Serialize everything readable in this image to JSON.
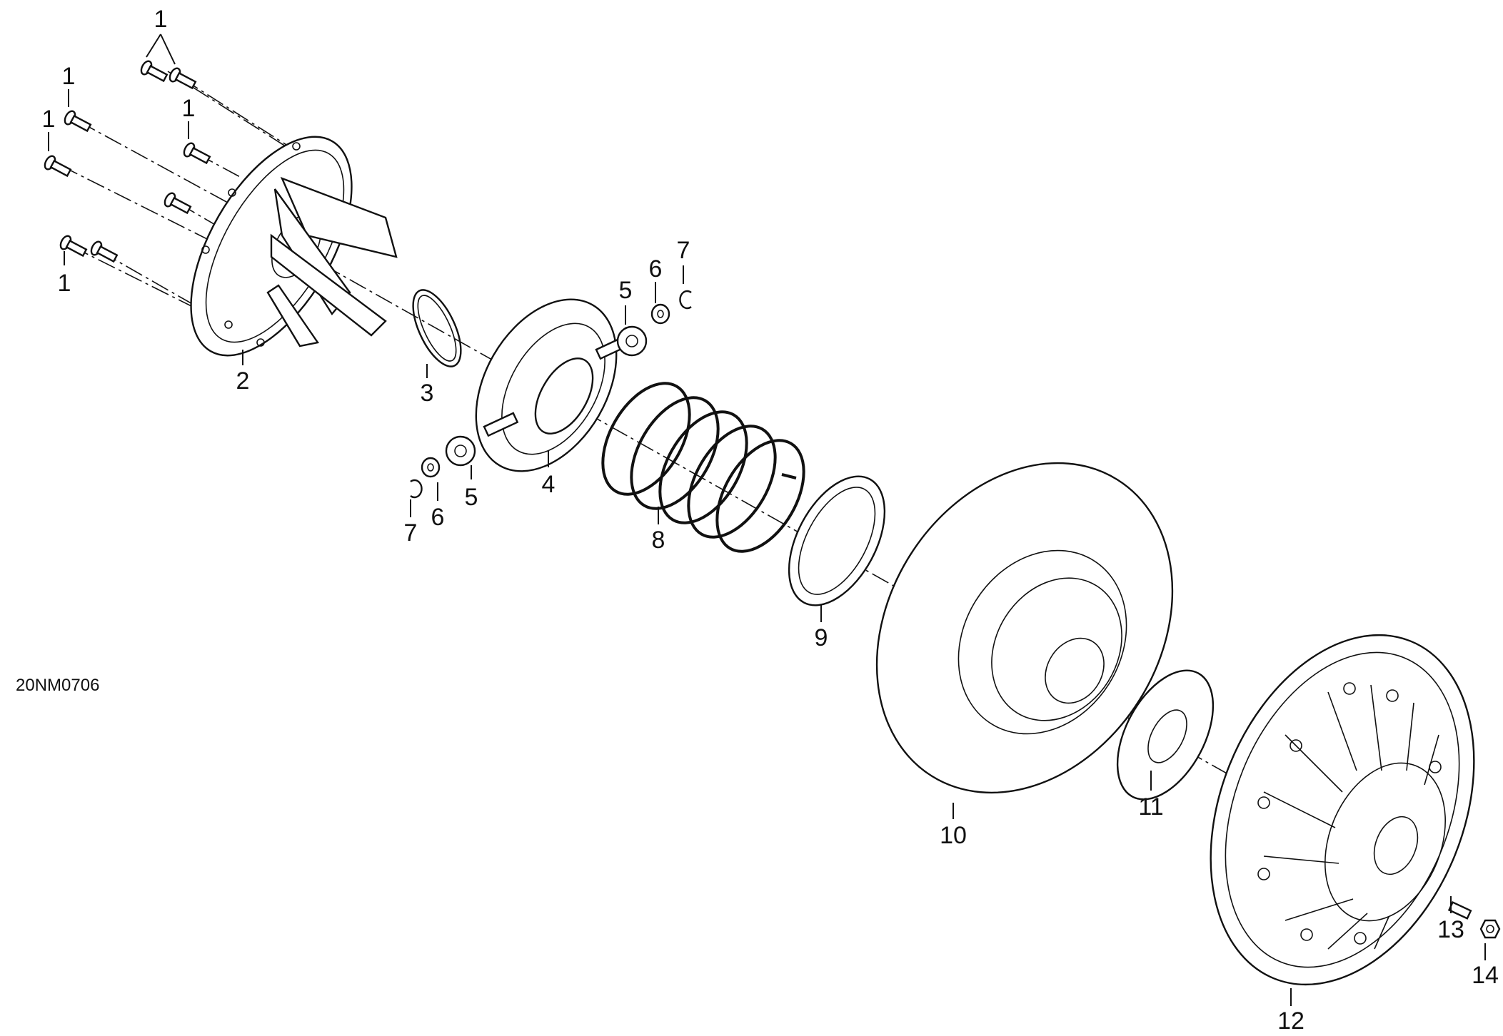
{
  "figure_code": "20NM0706",
  "callouts": {
    "c1": "1",
    "c2": "2",
    "c3": "3",
    "c4": "4",
    "c5": "5",
    "c6": "6",
    "c7": "7",
    "c8": "8",
    "c9": "9",
    "c10": "10",
    "c11": "11",
    "c12": "12",
    "c13": "13",
    "c14": "14"
  }
}
